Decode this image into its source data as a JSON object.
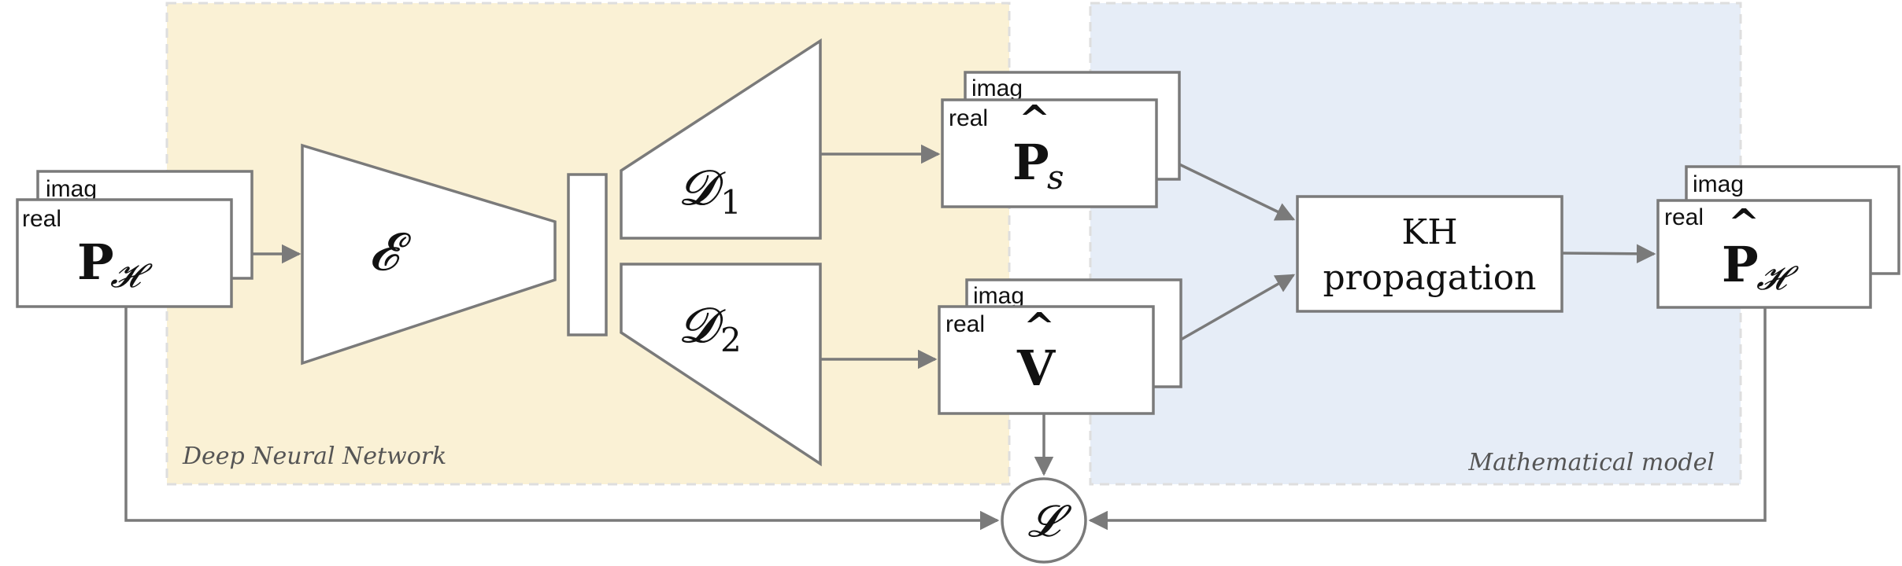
{
  "regions": {
    "dnn": {
      "label": "Deep Neural Network",
      "color": "#faf1d5"
    },
    "math": {
      "label": "Mathematical model",
      "color": "#e6edf7"
    }
  },
  "layer_labels": {
    "real": "real",
    "imag": "imag"
  },
  "nodes": {
    "input": {
      "symbol": "P",
      "subscript": "𝓗"
    },
    "encoder": {
      "symbol": "𝓔"
    },
    "decoder1": {
      "symbol": "𝓓",
      "subscript": "1"
    },
    "decoder2": {
      "symbol": "𝓓",
      "subscript": "2"
    },
    "ps": {
      "symbol": "P",
      "subscript": "s",
      "hat": "^"
    },
    "v": {
      "symbol": "V",
      "hat": "^"
    },
    "kh": {
      "line1": "KH",
      "line2": "propagation"
    },
    "output": {
      "symbol": "P",
      "subscript": "𝓗",
      "hat": "^"
    },
    "loss": {
      "symbol": "𝓛"
    }
  },
  "colors": {
    "edge": "#7a7a7a",
    "border": "#7a7a7a"
  }
}
